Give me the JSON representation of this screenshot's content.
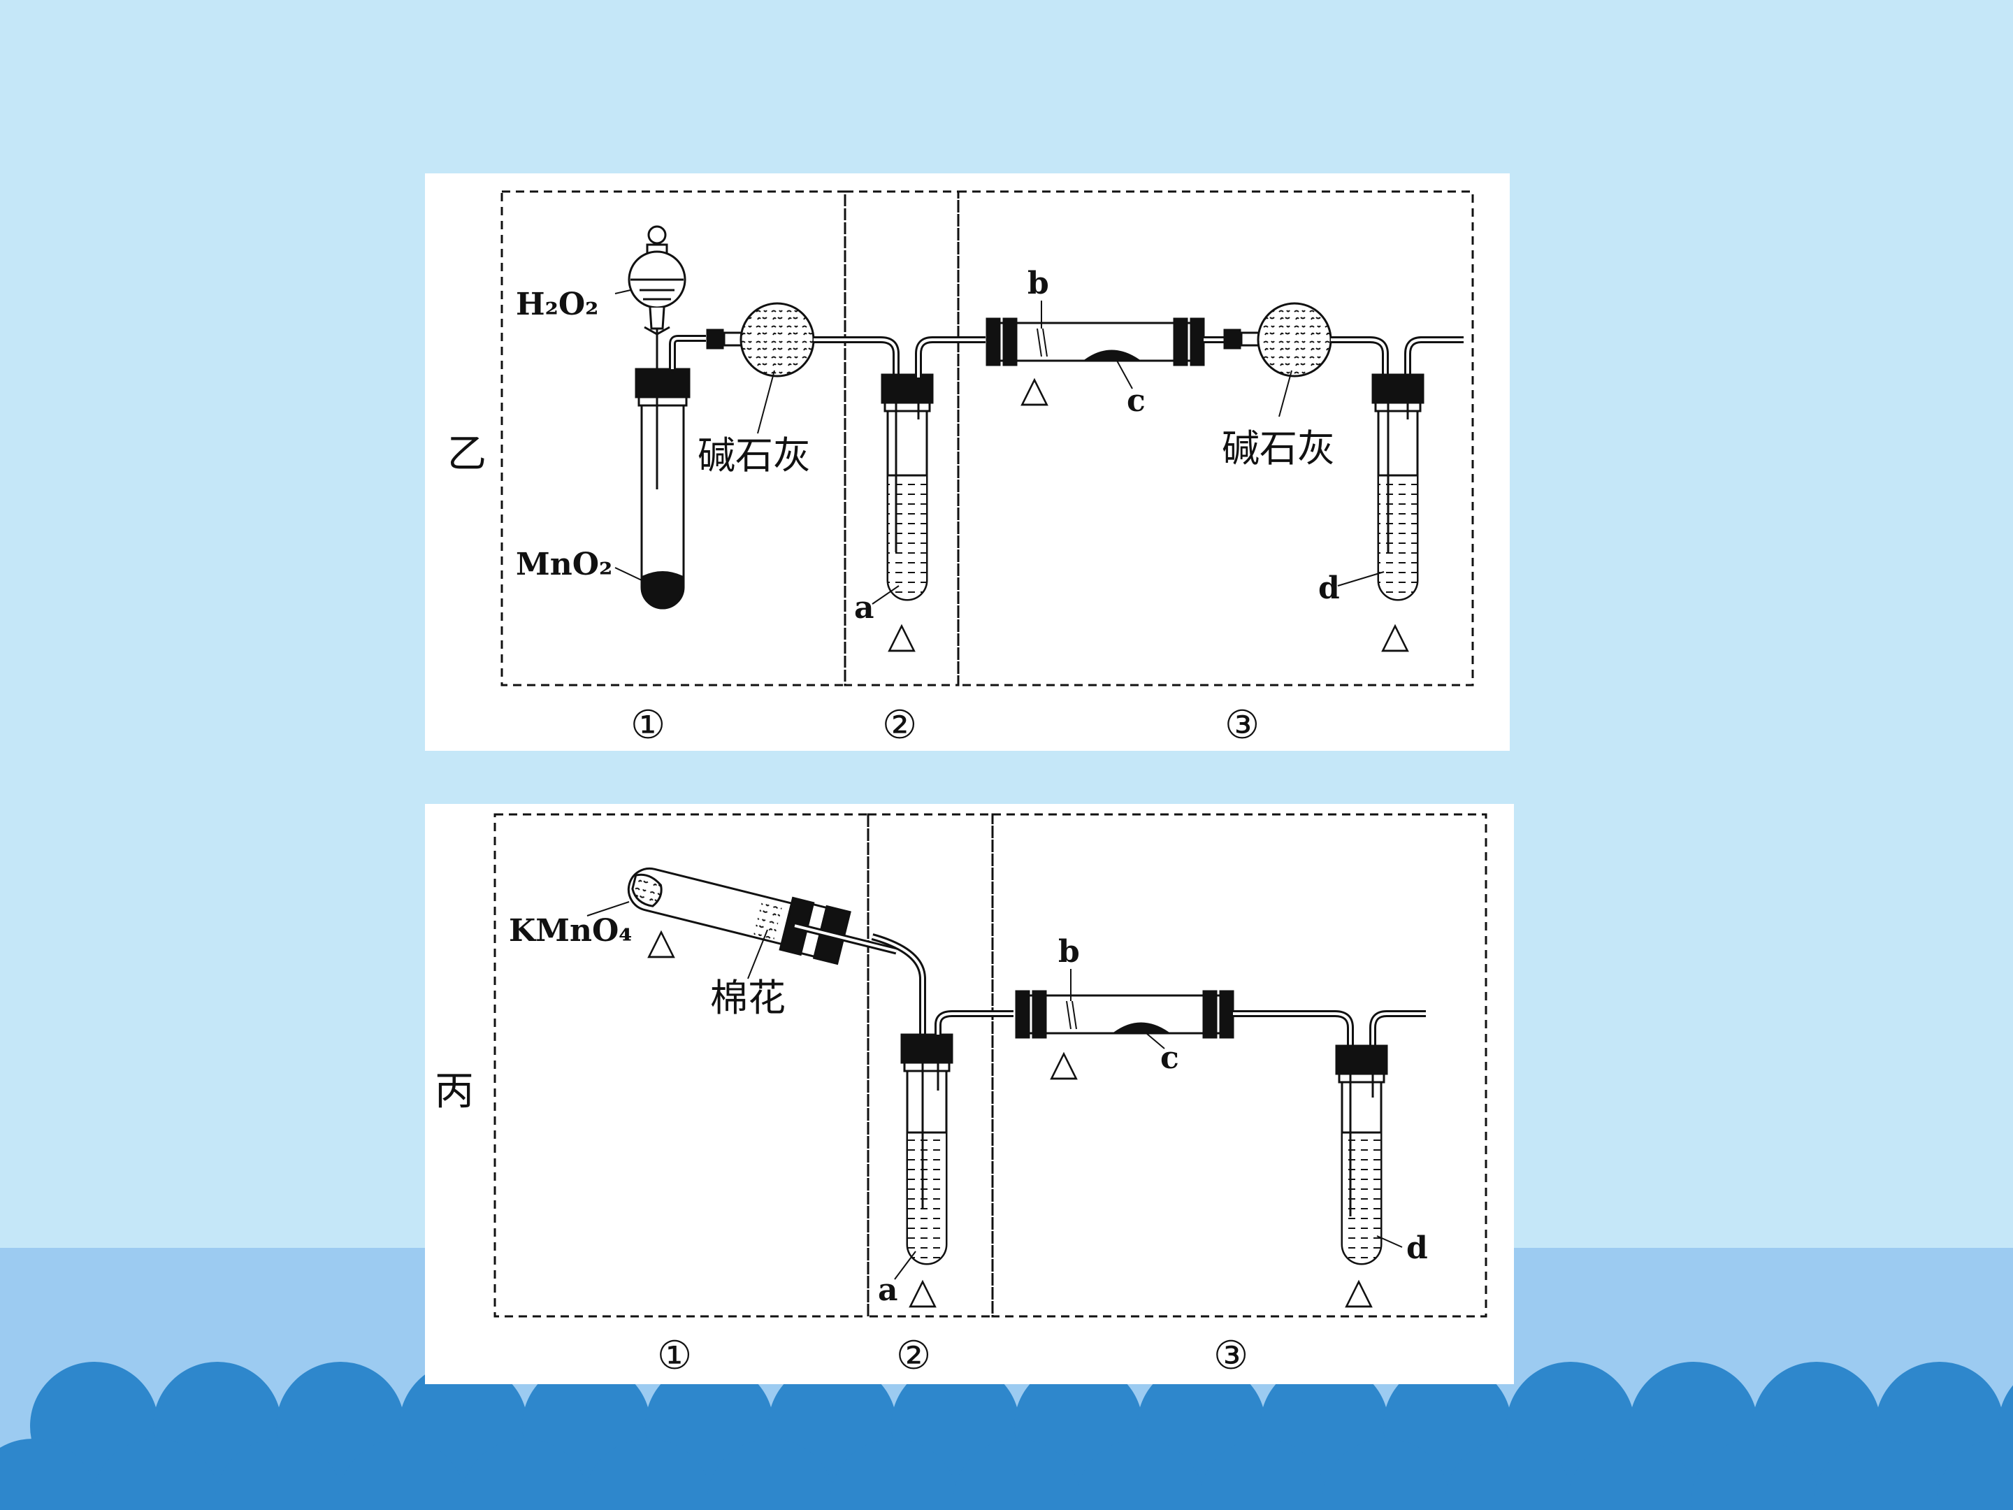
{
  "slide": {
    "colors": {
      "sky": "#c5e7f8",
      "sea_light": "#9ccbf1",
      "wave": "#2e87cc",
      "panel": "#ffffff",
      "ink": "#111111",
      "liquid": "#e8f1f8"
    }
  },
  "diagram_yi": {
    "label": "乙",
    "reagent_top": "H₂O₂",
    "reagent_bottom": "MnO₂",
    "dryer_left_label": "碱石灰",
    "dryer_right_label": "碱石灰",
    "marker_a": "a",
    "marker_b": "b",
    "marker_c": "c",
    "marker_d": "d",
    "heat_symbol": "△",
    "section_1": "①",
    "section_2": "②",
    "section_3": "③"
  },
  "diagram_bing": {
    "label": "丙",
    "reagent": "KMnO₄",
    "cotton_label": "棉花",
    "marker_a": "a",
    "marker_b": "b",
    "marker_c": "c",
    "marker_d": "d",
    "heat_symbol": "△",
    "section_1": "①",
    "section_2": "②",
    "section_3": "③"
  }
}
